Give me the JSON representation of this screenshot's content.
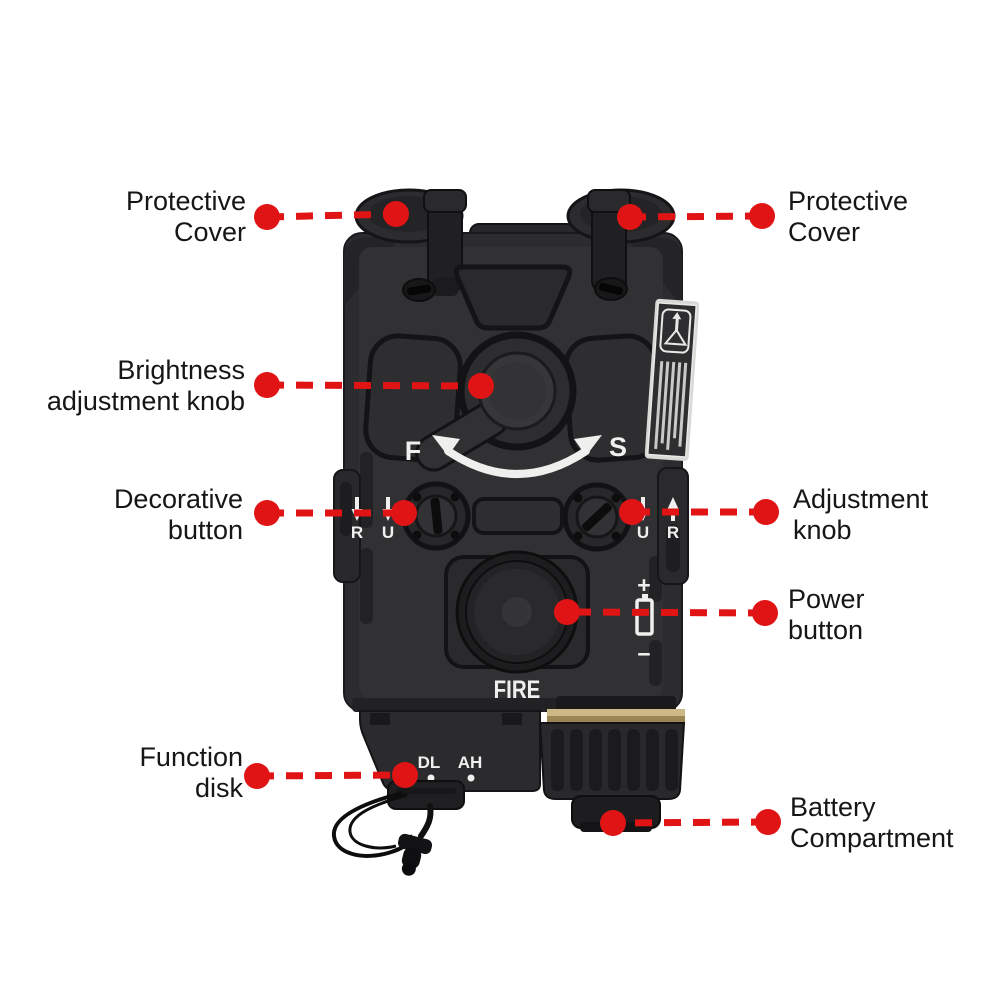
{
  "colors": {
    "annotation_red": "#e01414",
    "label_text": "#161616",
    "background": "#ffffff",
    "device_body": "#2c2c2e",
    "device_face": "#313133",
    "marking_white": "#f0f0ee",
    "brass_ring": "#cdb988"
  },
  "annotations": {
    "protective_cover_left": {
      "line1": "Protective",
      "line2": "Cover"
    },
    "protective_cover_right": {
      "line1": "Protective",
      "line2": "Cover"
    },
    "brightness_adjustment_knob": {
      "line1": "Brightness",
      "line2": "adjustment knob"
    },
    "decorative_button": {
      "line1": "Decorative",
      "line2": "button"
    },
    "adjustment_knob": {
      "line1": "Adjustment",
      "line2": "knob"
    },
    "power_button": {
      "line1": "Power",
      "line2": "button"
    },
    "function_disk": {
      "line1": "Function",
      "line2": "disk"
    },
    "battery_compartment": {
      "line1": "Battery",
      "line2": "Compartment"
    }
  },
  "device": {
    "markings": {
      "mode_fast": "F",
      "mode_slow": "S",
      "fire": "FIRE",
      "dl": "DL",
      "ah": "AH",
      "r": "R",
      "u": "U",
      "battery_plus": "+",
      "battery_minus": "−"
    }
  }
}
